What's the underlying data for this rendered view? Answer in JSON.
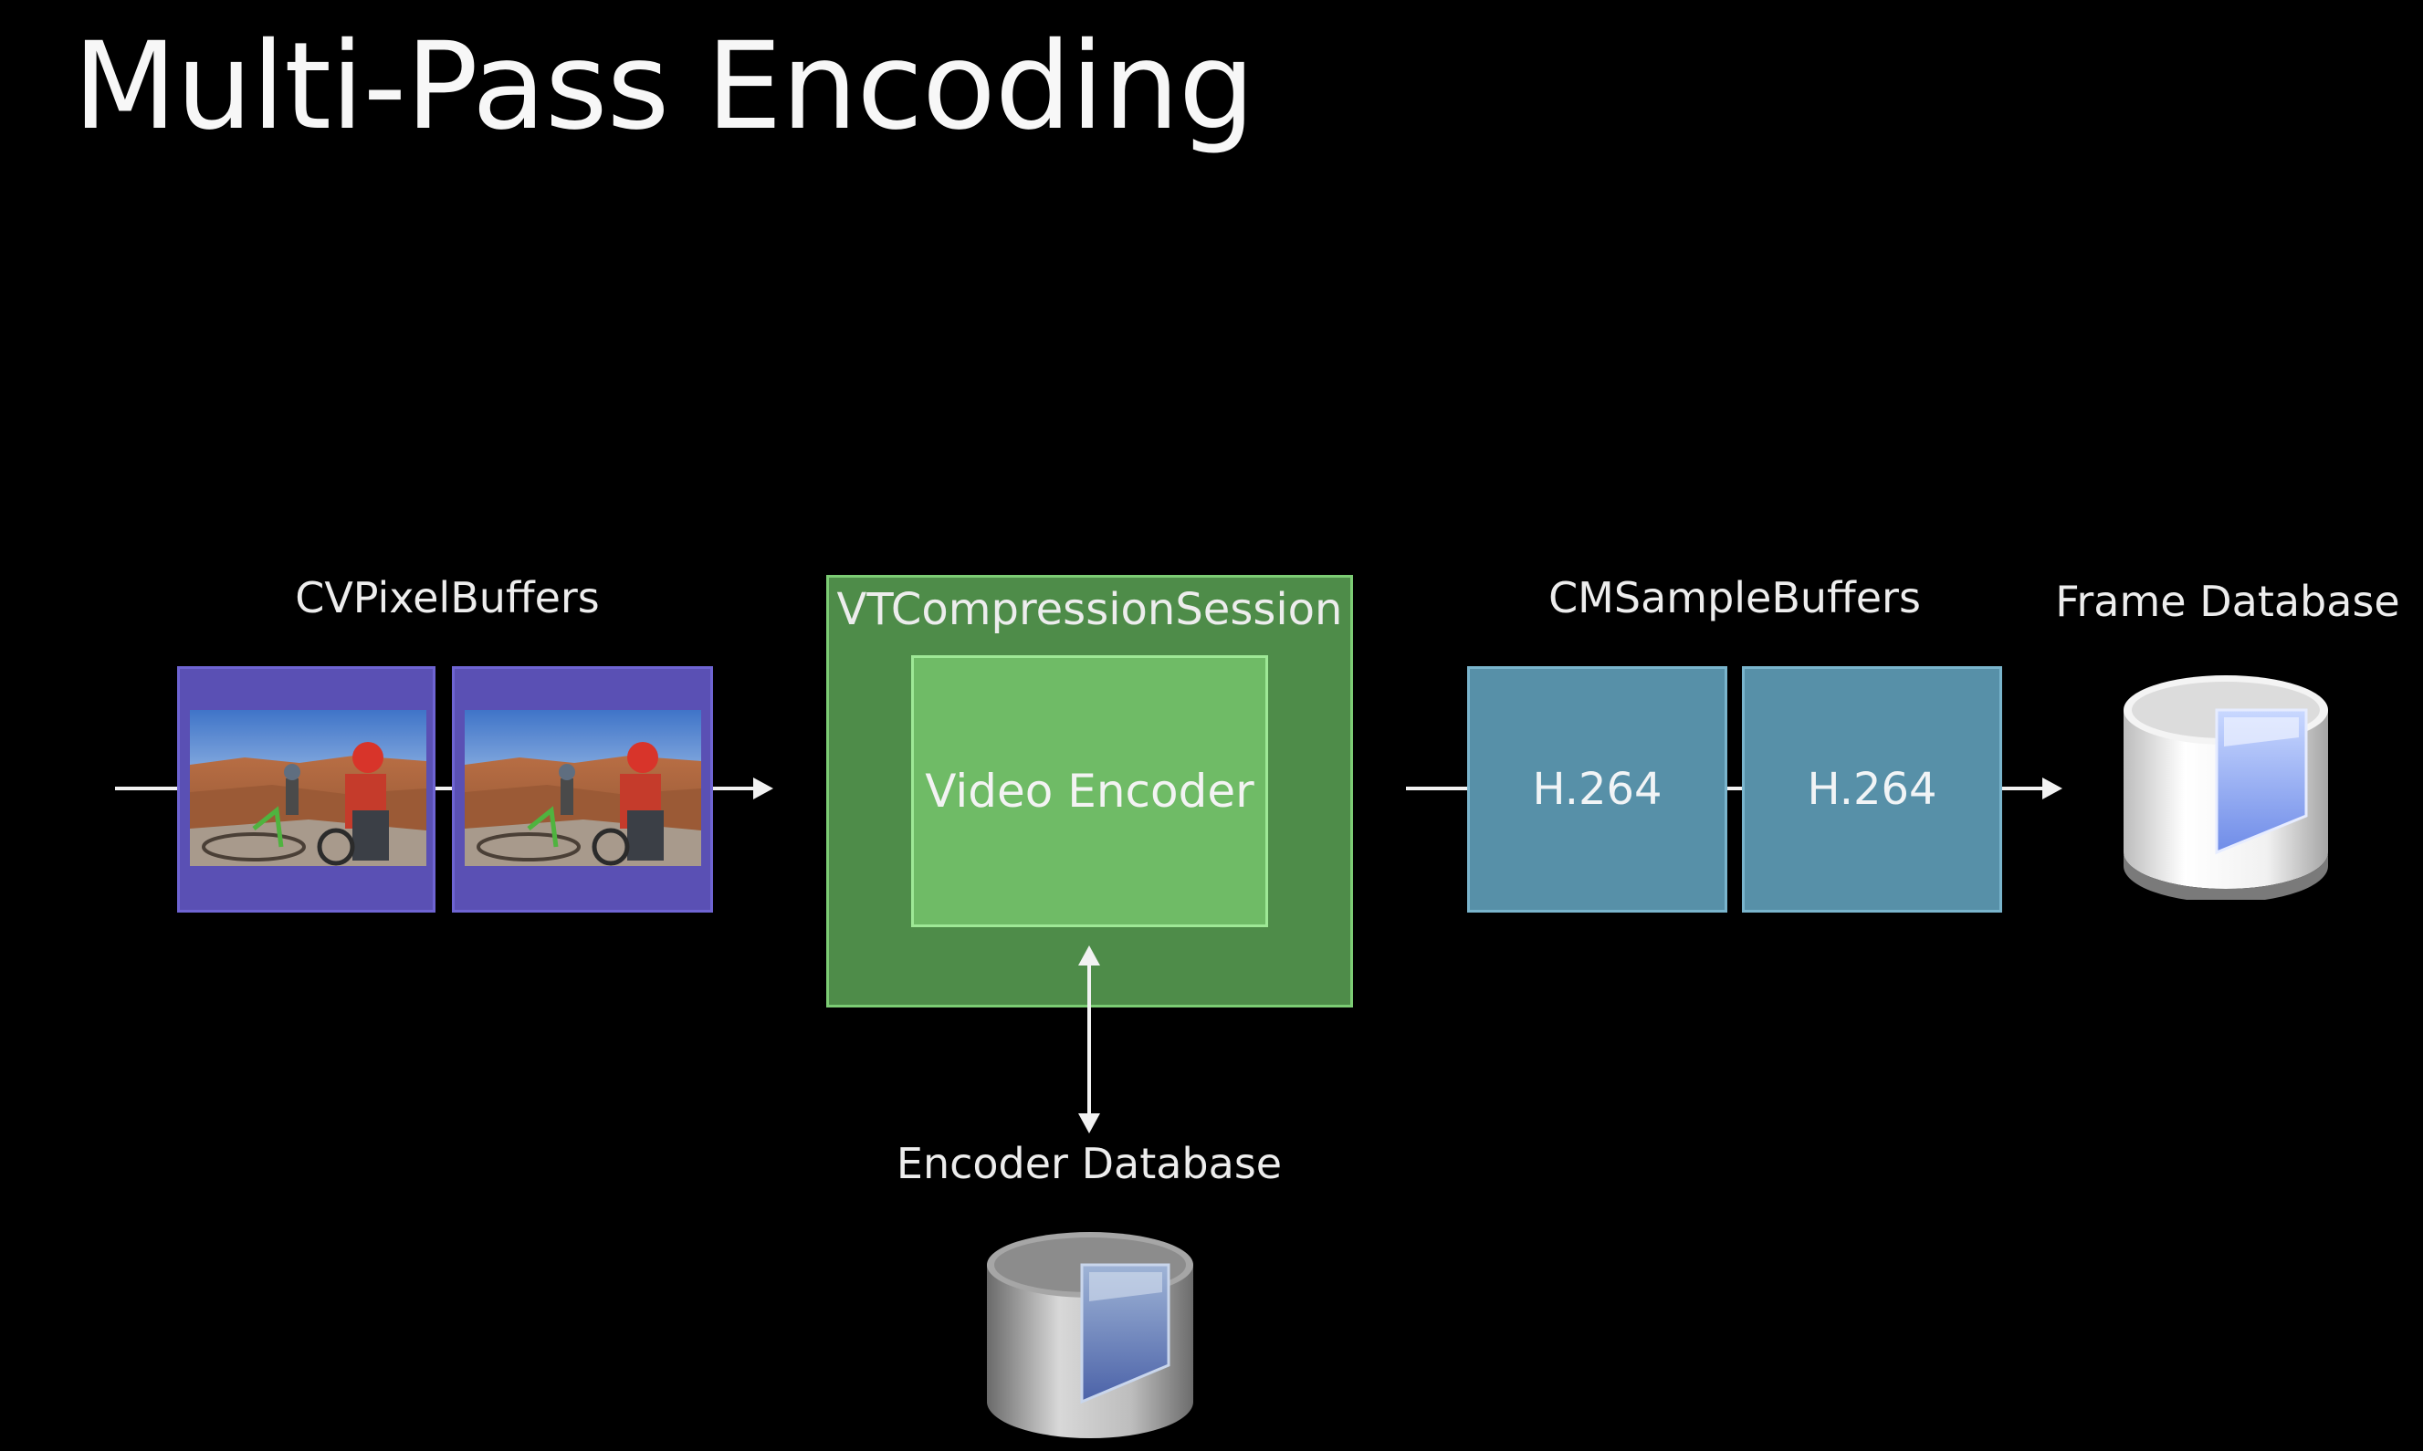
{
  "slide": {
    "title": "Multi-Pass Encoding"
  },
  "diagram": {
    "input_label": "CVPixelBuffers",
    "session_label": "VTCompressionSession",
    "encoder_label": "Video Encoder",
    "output_label": "CMSampleBuffers",
    "output_frames": [
      {
        "label": "H.264"
      },
      {
        "label": "H.264"
      }
    ],
    "frame_database_label": "Frame Database",
    "encoder_database_label": "Encoder Database"
  },
  "colors": {
    "background": "#000000",
    "frame_purple": "#5a50b4",
    "session_green": "#4e8c49",
    "encoder_green": "#6fbb66",
    "h264_blue": "#5790a8"
  },
  "icons": {
    "input_frame": "video-frame-thumbnail",
    "database": "database-cylinder-icon"
  }
}
